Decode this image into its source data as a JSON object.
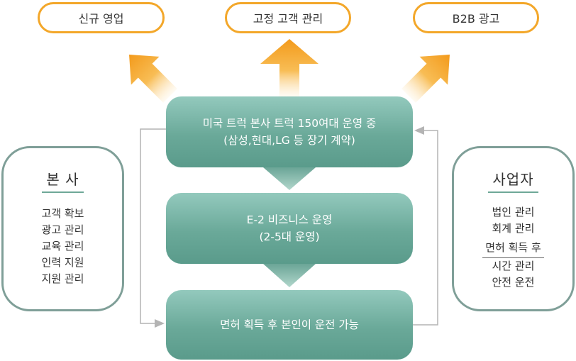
{
  "targets": {
    "new_sales": "신규 영업",
    "fixed_customer": "고정 고객 관리",
    "b2b_ads": "B2B 광고"
  },
  "flow": {
    "step1_line1": "미국 트럭 본사 트럭 150여대 운영 중",
    "step1_line2": "(삼성,현대,LG 등 장기 계약)",
    "step2_line1": "E-2 비즈니스 운영",
    "step2_line2": "(2-5대 운영)",
    "step3": "면허 획득 후 본인이 운전 가능"
  },
  "headquarters": {
    "title": "본 사",
    "items": [
      "고객 확보",
      "광고 관리",
      "교육 관리",
      "인력 지원",
      "지원 관리"
    ]
  },
  "operator": {
    "title": "사업자",
    "items": [
      "법인 관리",
      "회계 관리"
    ],
    "subtitle": "면허 획득 후",
    "sub_items": [
      "시간 관리",
      "안전 운전"
    ]
  },
  "colors": {
    "accent_orange": "#f3a72a",
    "box_teal": "#6aa999",
    "side_border": "#7f9f98",
    "connector_gray": "#b4b4b4"
  }
}
